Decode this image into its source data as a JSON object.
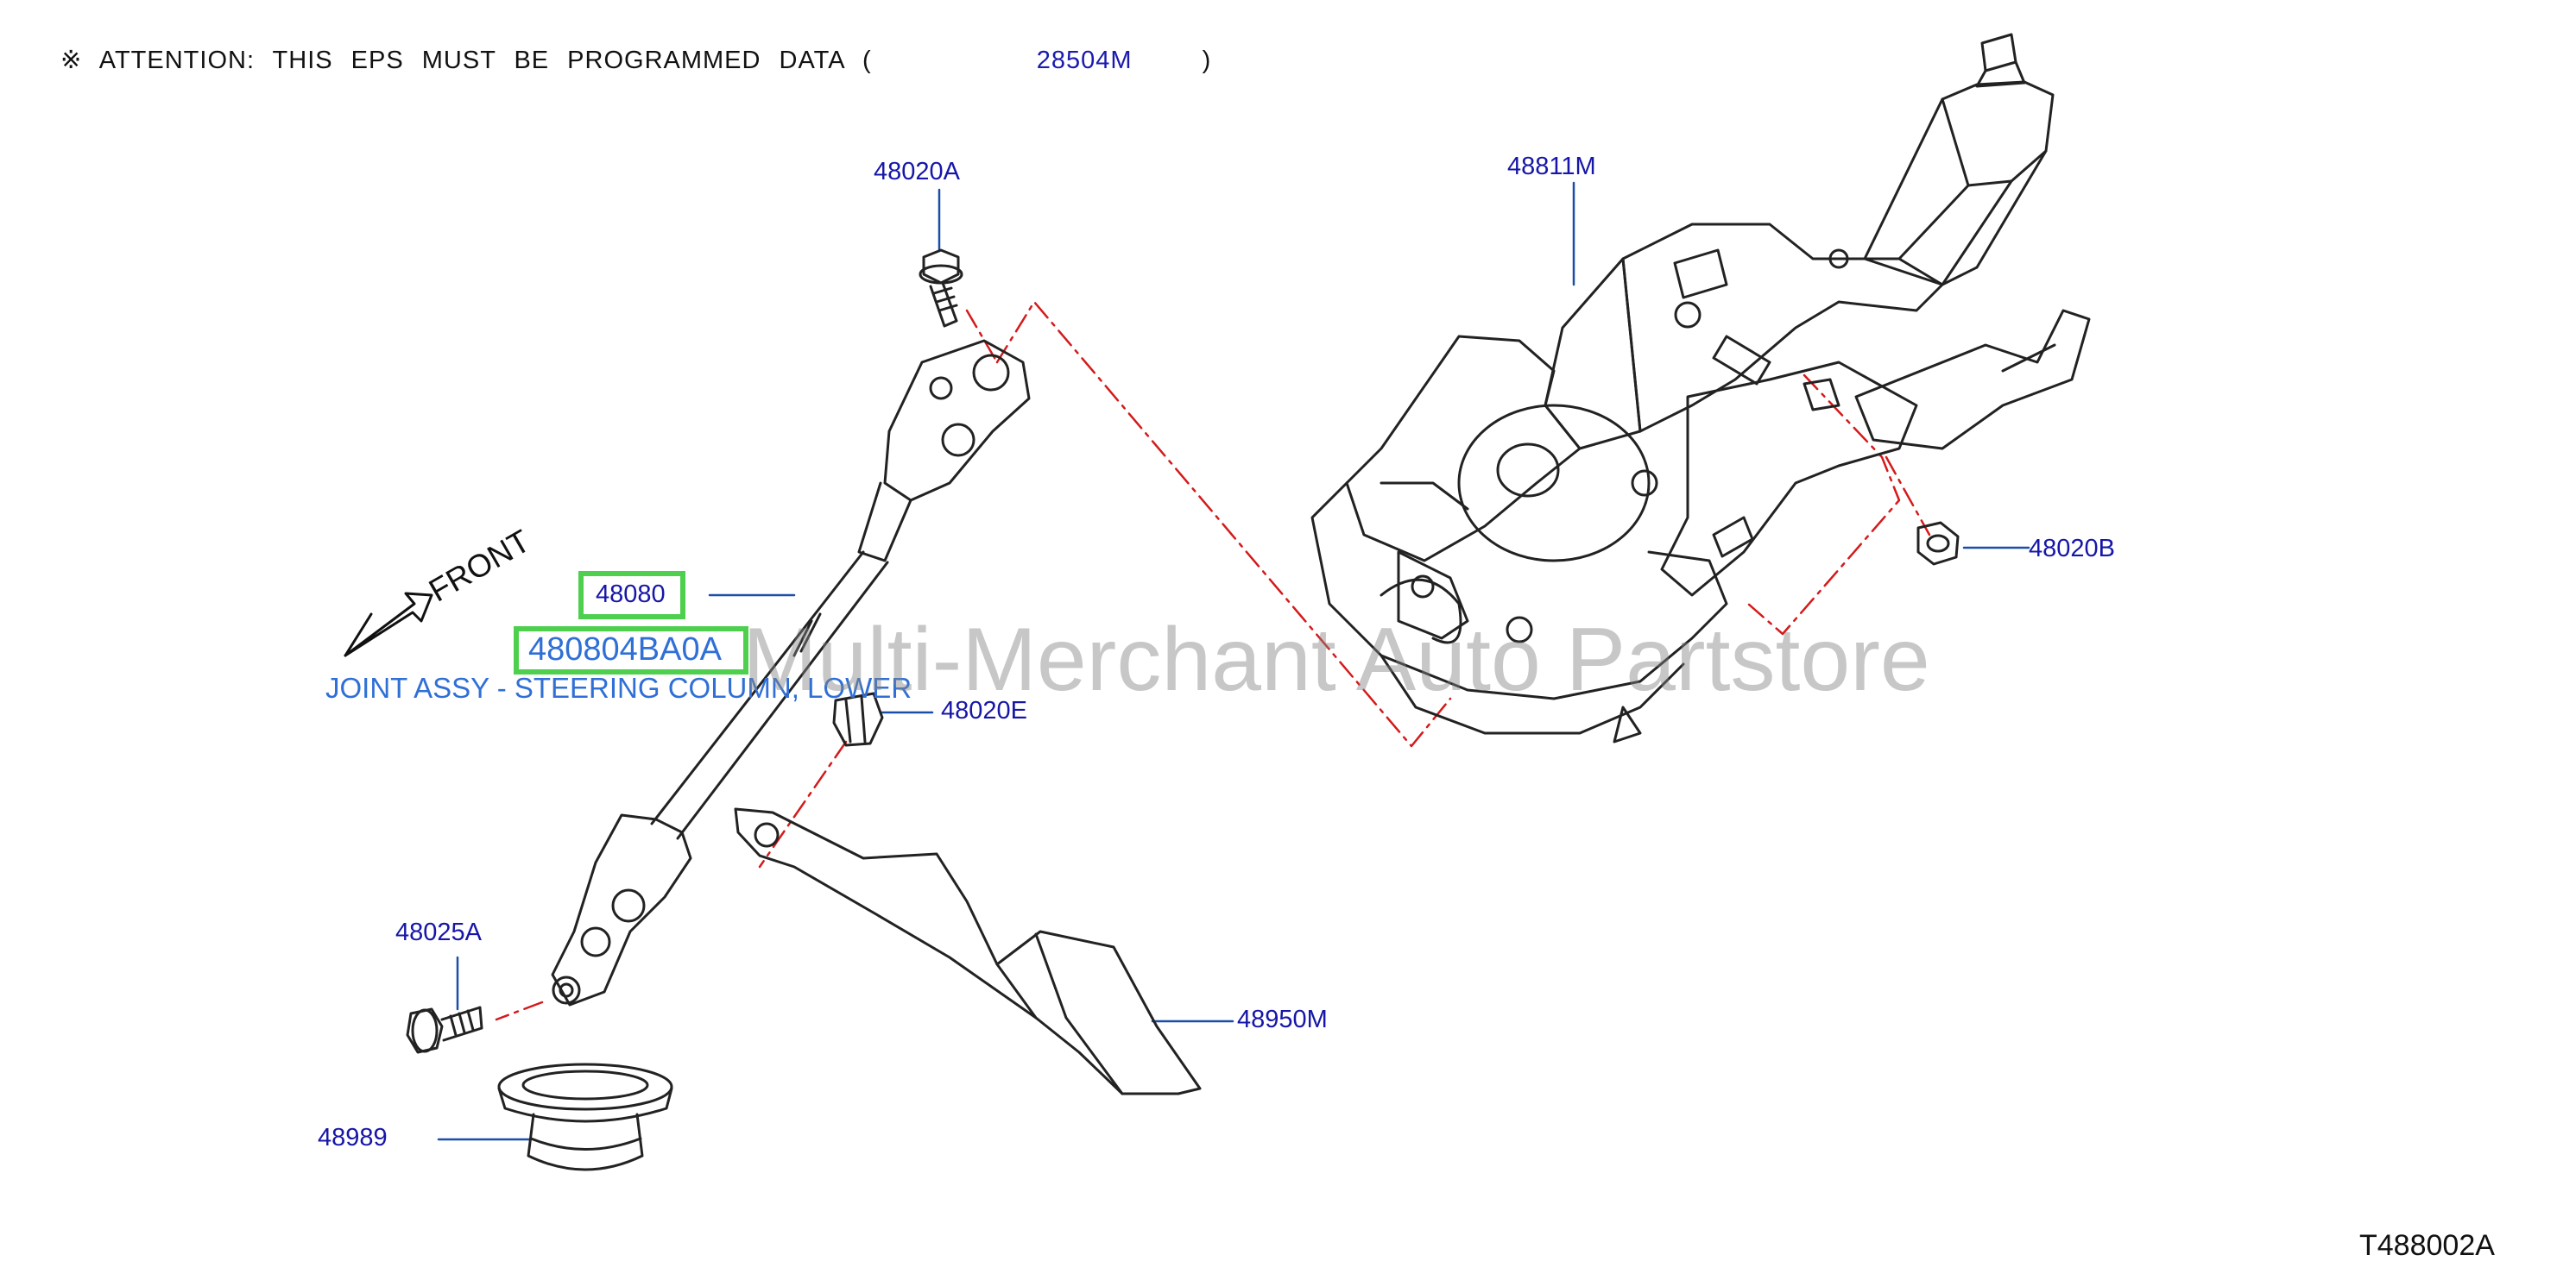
{
  "attention": {
    "symbol": "※",
    "text": "ATTENTION: THIS EPS MUST BE PROGRAMMED DATA (",
    "code": "28504M",
    "close": ")"
  },
  "labels": {
    "p48020A": "48020A",
    "p48811M": "48811M",
    "p48020B": "48020B",
    "p48080": "48080",
    "p480804BA0A": "480804BA0A",
    "p48020E": "48020E",
    "p48025A": "48025A",
    "p48950M": "48950M",
    "p48989": "48989"
  },
  "description": "JOINT ASSY - STEERING COLUMN, LOWER",
  "front_label": "FRONT",
  "watermark": "Multi-Merchant Auto Partstore",
  "diagram_id": "T488002A",
  "colors": {
    "label": "#1616a8",
    "description": "#2f6fd6",
    "highlight": "#4ed04e",
    "dash": "#d41a1a"
  }
}
